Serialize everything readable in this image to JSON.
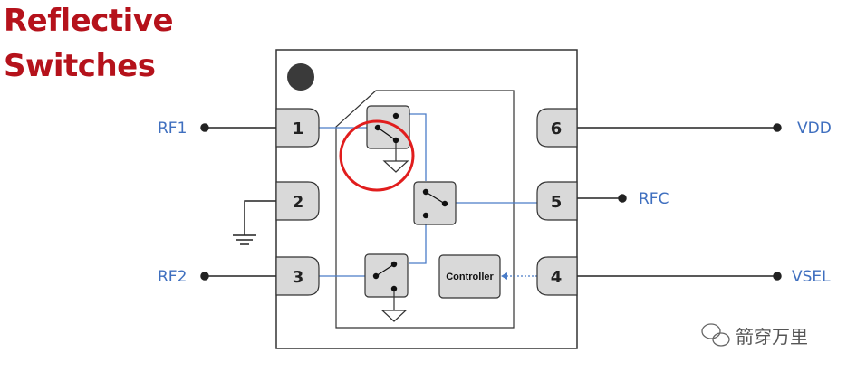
{
  "title": {
    "line1": "Reflective",
    "line2": "Switches"
  },
  "pins": {
    "p1": "1",
    "p2": "2",
    "p3": "3",
    "p4": "4",
    "p5": "5",
    "p6": "6"
  },
  "signals": {
    "rf1": "RF1",
    "rf2": "RF2",
    "vdd": "VDD",
    "rfc": "RFC",
    "vsel": "VSEL"
  },
  "controller_label": "Controller",
  "watermark": "箭穿万里",
  "colors": {
    "title": "#b5121b",
    "signal_label": "#3f6fbf",
    "wire_internal": "#4a7cc8",
    "highlight_circle": "#e11d1d",
    "box_fill": "#d9d9d9"
  }
}
